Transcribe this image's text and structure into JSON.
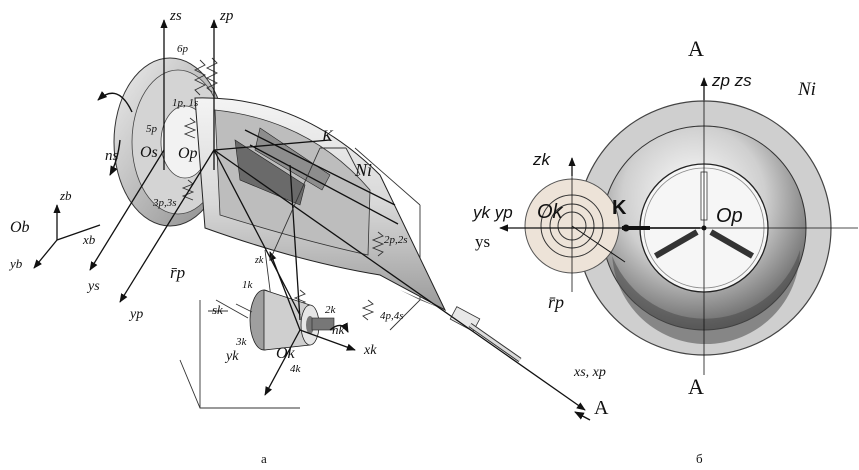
{
  "left_figure": {
    "caption": "а",
    "labels": {
      "zs": "zs",
      "zp": "zp",
      "p6": "6p",
      "p1s1": "1p, 1s",
      "p5": "5p",
      "ns": "ns",
      "Os": "Os",
      "Op": "Op",
      "K": "K",
      "Ni": "Ni",
      "zb": "zb",
      "Ob": "Ob",
      "xb": "xb",
      "yb": "yb",
      "ys": "ys",
      "p3s3": "3p,3s",
      "p2s2": "2p,2s",
      "rp": "r̄p",
      "zk": "zk",
      "k1": "1k",
      "yp": "yp",
      "sk": "sk",
      "k2": "2k",
      "p4s4": "4p,4s",
      "k3": "3k",
      "Ok": "Ok",
      "nk": "nk",
      "yk": "yk",
      "xk": "xk",
      "k4": "4k",
      "xsxp": "xs, xp",
      "A": "A"
    }
  },
  "right_figure": {
    "caption": "б",
    "labels": {
      "A_top": "A",
      "zp_zs": "zp zs",
      "Ni": "Ni",
      "zk": "zk",
      "yk_yp": "yk yp",
      "Ok": "Ok",
      "K": "K",
      "Op": "Op",
      "ys": "ys",
      "rp": "r̄p",
      "A_bottom": "A"
    }
  }
}
